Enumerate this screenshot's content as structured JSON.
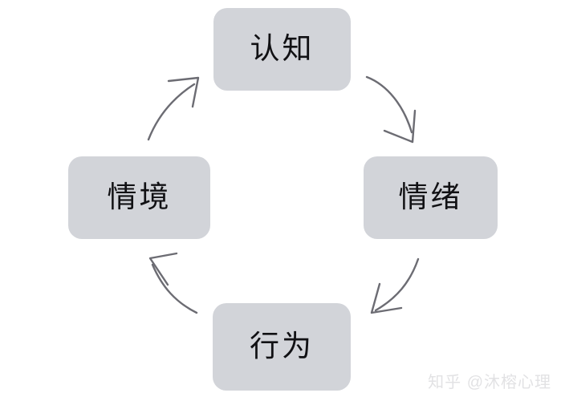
{
  "diagram": {
    "type": "cycle",
    "direction": "clockwise",
    "background_color": "#ffffff",
    "node_fill_color": "#d2d4d9",
    "node_text_color": "#111114",
    "arrow_color": "#6c6c73",
    "nodes": [
      {
        "id": "cognition",
        "label": "认知",
        "position": "top"
      },
      {
        "id": "emotion",
        "label": "情绪",
        "position": "right"
      },
      {
        "id": "behavior",
        "label": "行为",
        "position": "bottom"
      },
      {
        "id": "situation",
        "label": "情境",
        "position": "left"
      }
    ],
    "edges": [
      {
        "id": "cognition-to-emotion",
        "from": "认知",
        "to": "情绪"
      },
      {
        "id": "emotion-to-behavior",
        "from": "情绪",
        "to": "行为"
      },
      {
        "id": "behavior-to-situation",
        "from": "行为",
        "to": "情境"
      },
      {
        "id": "situation-to-cognition",
        "from": "情境",
        "to": "认知"
      }
    ]
  },
  "watermark": {
    "text": "知乎 @沐榕心理",
    "color": "#e2e2e4"
  }
}
